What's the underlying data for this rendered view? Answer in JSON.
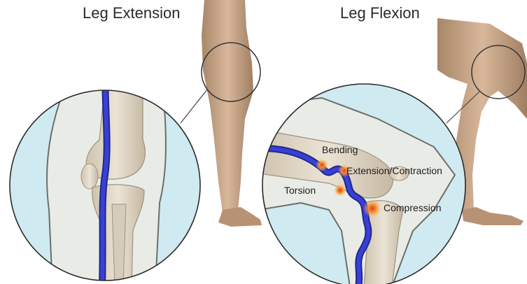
{
  "titles": {
    "extension": "Leg Extension",
    "flexion": "Leg Flexion"
  },
  "stress_labels": {
    "bending": "Bending",
    "extension_contraction": "Extension/Contraction",
    "torsion": "Torsion",
    "compression": "Compression"
  },
  "colors": {
    "magnifier_background": "#cfeaf0",
    "skin": "#c9a88a",
    "bone": "#ddd3c2",
    "vessel": "#3a3fd6",
    "stress_marker": "#f08a2a"
  }
}
